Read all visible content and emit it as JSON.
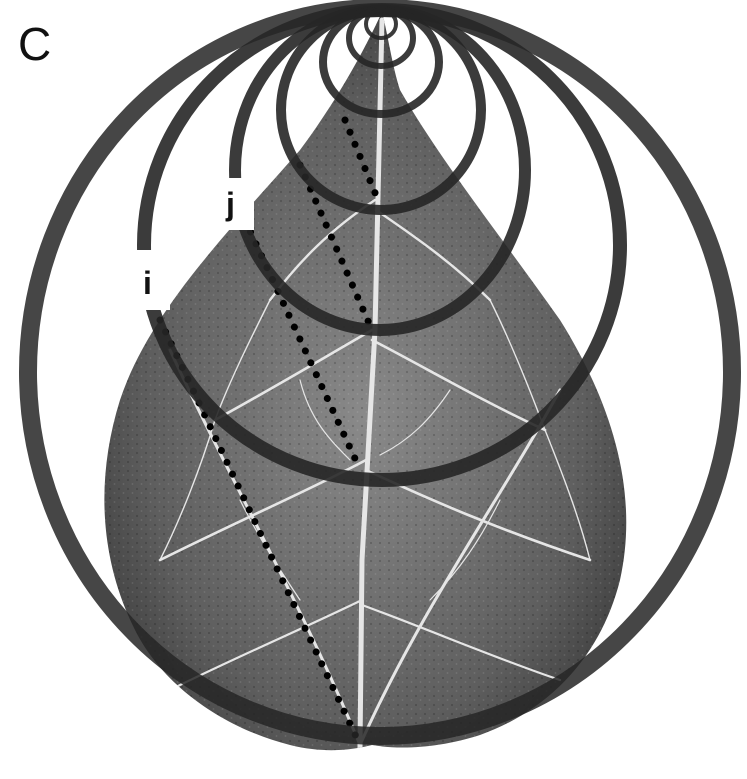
{
  "figure": {
    "panel_label": "C",
    "ring_labels": {
      "i": "i",
      "j": "j"
    }
  },
  "colors": {
    "background": "#ffffff",
    "leaf_dark": "#3c3c3c",
    "leaf_mid": "#7a7a7a",
    "vein": "#e8e8e8",
    "ring": "#262626"
  }
}
